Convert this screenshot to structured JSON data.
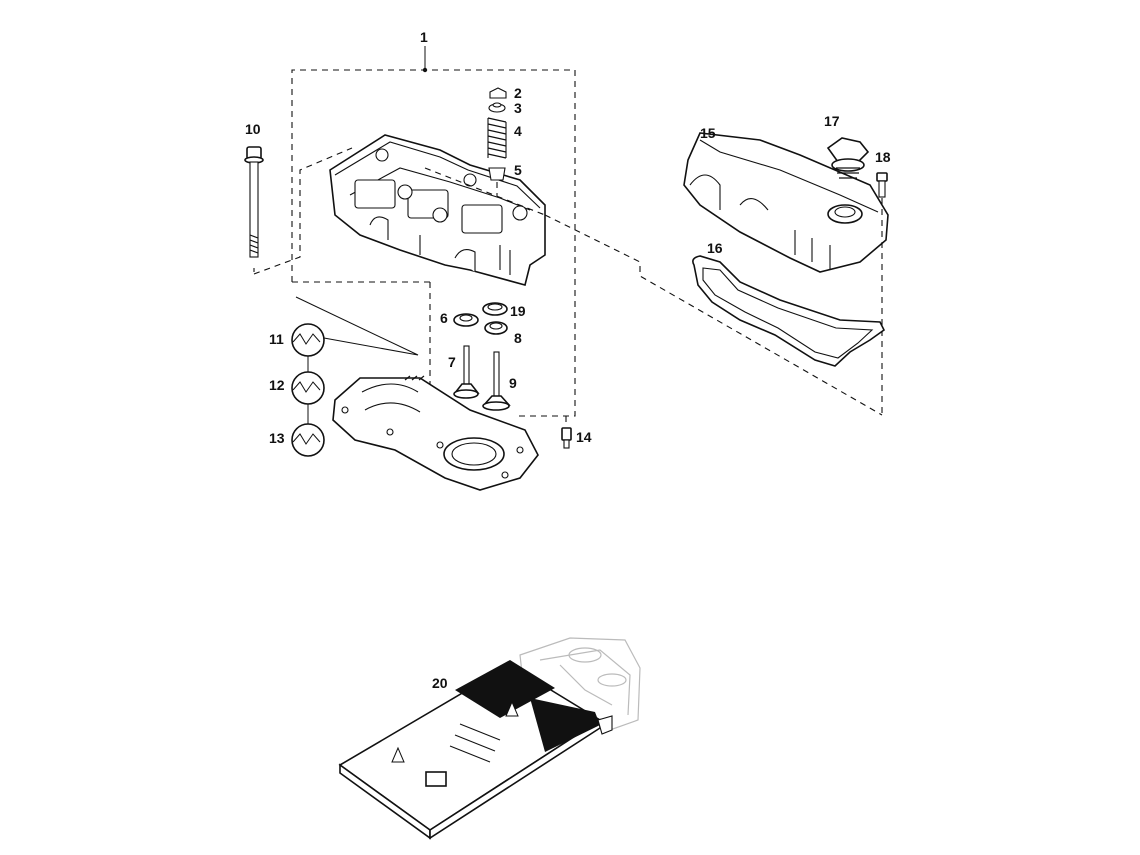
{
  "callouts": [
    {
      "id": "1",
      "label": "1"
    },
    {
      "id": "2",
      "label": "2"
    },
    {
      "id": "3",
      "label": "3"
    },
    {
      "id": "4",
      "label": "4"
    },
    {
      "id": "5",
      "label": "5"
    },
    {
      "id": "6",
      "label": "6"
    },
    {
      "id": "7",
      "label": "7"
    },
    {
      "id": "8",
      "label": "8"
    },
    {
      "id": "9",
      "label": "9"
    },
    {
      "id": "10",
      "label": "10"
    },
    {
      "id": "11",
      "label": "11"
    },
    {
      "id": "12",
      "label": "12"
    },
    {
      "id": "13",
      "label": "13"
    },
    {
      "id": "14",
      "label": "14"
    },
    {
      "id": "15",
      "label": "15"
    },
    {
      "id": "16",
      "label": "16"
    },
    {
      "id": "17",
      "label": "17"
    },
    {
      "id": "18",
      "label": "18"
    },
    {
      "id": "19",
      "label": "19"
    },
    {
      "id": "20",
      "label": "20"
    }
  ],
  "icons": [
    "cylinder-head-icon",
    "valve-spring-icon",
    "valve-icon",
    "head-bolt-icon",
    "head-gasket-icon",
    "rocker-cover-icon",
    "cover-gasket-icon",
    "oil-filler-cap-icon",
    "gasket-kit-box-icon"
  ]
}
